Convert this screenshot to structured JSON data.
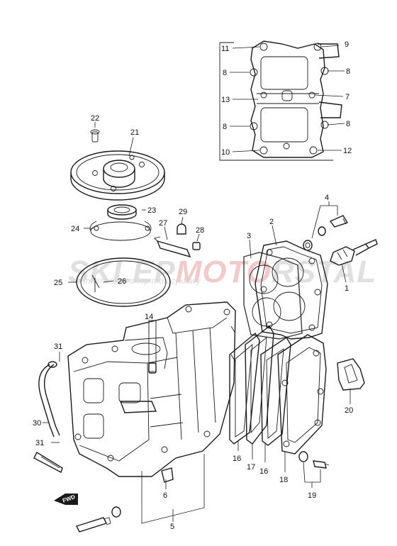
{
  "watermark": {
    "brand_part1": "SKLEP",
    "brand_part2": "MOTO",
    "brand_part3": "RSTAL",
    "subtitle": "internetowy sklep motocyklowy"
  },
  "colors": {
    "line": "#1a1a1a",
    "watermark_gray": "#c8c8c8",
    "watermark_red": "#e8a0a0",
    "background": "#ffffff"
  },
  "fwd_marker": "FWD",
  "callouts": [
    {
      "id": "c1",
      "text": "1"
    },
    {
      "id": "c2",
      "text": "2"
    },
    {
      "id": "c3",
      "text": "3"
    },
    {
      "id": "c4",
      "text": "4"
    },
    {
      "id": "c5",
      "text": "5"
    },
    {
      "id": "c6",
      "text": "6"
    },
    {
      "id": "c7",
      "text": "7"
    },
    {
      "id": "c8a",
      "text": "8"
    },
    {
      "id": "c8b",
      "text": "8"
    },
    {
      "id": "c8c",
      "text": "8"
    },
    {
      "id": "c8d",
      "text": "8"
    },
    {
      "id": "c9",
      "text": "9"
    },
    {
      "id": "c10",
      "text": "10"
    },
    {
      "id": "c11",
      "text": "11"
    },
    {
      "id": "c12",
      "text": "12"
    },
    {
      "id": "c13",
      "text": "13"
    },
    {
      "id": "c14",
      "text": "14"
    },
    {
      "id": "c16a",
      "text": "16"
    },
    {
      "id": "c16b",
      "text": "16"
    },
    {
      "id": "c17",
      "text": "17"
    },
    {
      "id": "c18",
      "text": "18"
    },
    {
      "id": "c19",
      "text": "19"
    },
    {
      "id": "c20",
      "text": "20"
    },
    {
      "id": "c21",
      "text": "21"
    },
    {
      "id": "c22",
      "text": "22"
    },
    {
      "id": "c23",
      "text": "23"
    },
    {
      "id": "c24",
      "text": "24"
    },
    {
      "id": "c25",
      "text": "25"
    },
    {
      "id": "c26",
      "text": "26"
    },
    {
      "id": "c27",
      "text": "27"
    },
    {
      "id": "c28",
      "text": "28"
    },
    {
      "id": "c29",
      "text": "29"
    },
    {
      "id": "c30",
      "text": "30"
    },
    {
      "id": "c31a",
      "text": "31"
    },
    {
      "id": "c31b",
      "text": "31"
    }
  ]
}
